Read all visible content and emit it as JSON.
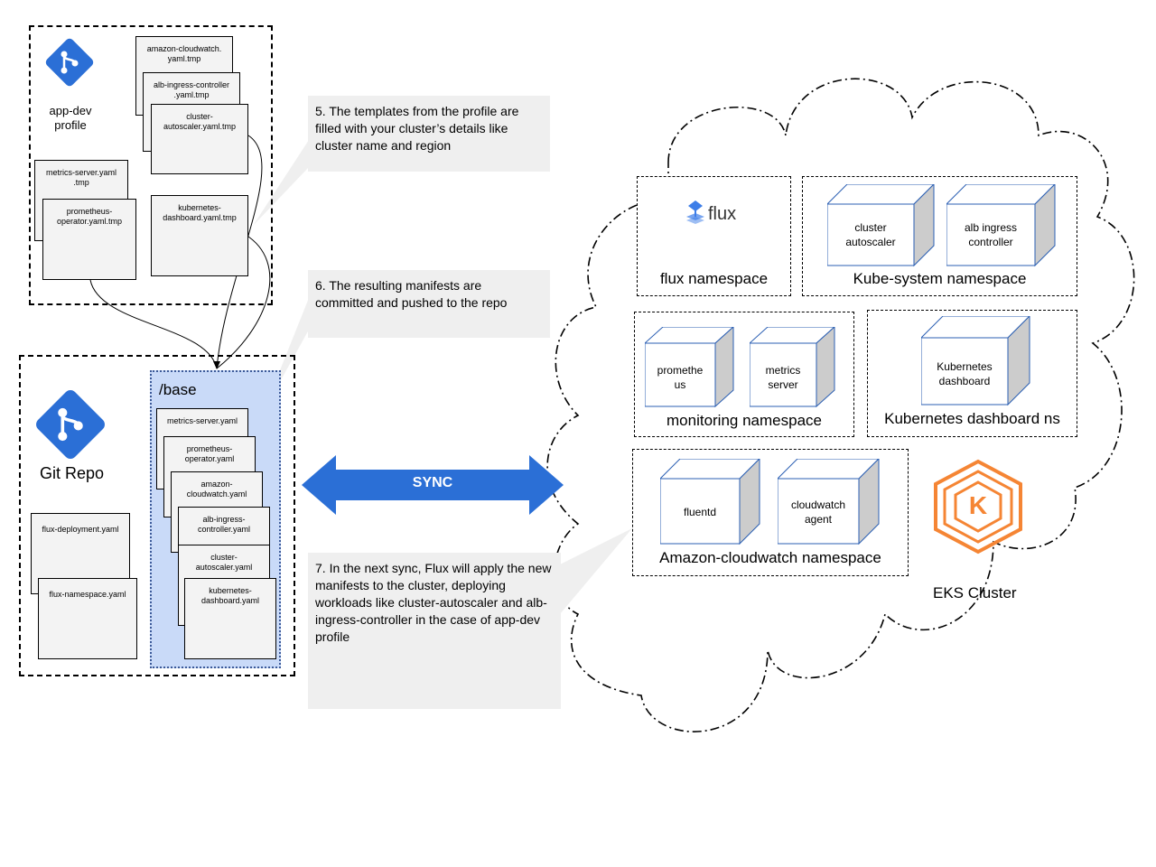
{
  "profile": {
    "label": "app-dev\nprofile"
  },
  "templates": [
    "amazon-cloudwatch.\nyaml.tmp",
    "alb-ingress-controller\n.yaml.tmp",
    "cluster-\nautoscaler.yaml.tmp",
    "metrics-server.yaml\n.tmp",
    "prometheus-\noperator.yaml.tmp",
    "kubernetes-\ndashboard.yaml.tmp"
  ],
  "repo": {
    "label": "Git Repo",
    "base_label": "/base",
    "base_files": [
      "metrics-server.yaml",
      "prometheus-\noperator.yaml",
      "amazon-\ncloudwatch.yaml",
      "alb-ingress-\ncontroller.yaml",
      "cluster-\nautoscaler.yaml",
      "kubernetes-\ndashboard.yaml"
    ],
    "flux_files": [
      "flux-deployment.yaml",
      "flux-namespace.yaml"
    ]
  },
  "callouts": {
    "step5": "5. The templates from the profile are filled with your cluster’s details like cluster name and region",
    "step6": "6. The resulting manifests are committed and pushed to the repo",
    "step7": "7. In the next sync, Flux will apply the new manifests to the cluster, deploying workloads like cluster-autoscaler and alb-ingress-controller in the case of app-dev profile"
  },
  "sync": {
    "label": "SYNC",
    "color": "#2b6fd6"
  },
  "cluster": {
    "label": "EKS Cluster",
    "logo_text": "K",
    "accent": "#f58534",
    "flux_logo_text": "flux",
    "namespaces": {
      "flux": {
        "label": "flux namespace"
      },
      "kube_system": {
        "label": "Kube-system namespace",
        "workloads": [
          "cluster\nautoscaler",
          "alb ingress\ncontroller"
        ]
      },
      "monitoring": {
        "label": "monitoring namespace",
        "workloads": [
          "promethe\nus",
          "metrics\nserver"
        ]
      },
      "dashboard": {
        "label": "Kubernetes dashboard ns",
        "workloads": [
          "Kubernetes\ndashboard"
        ]
      },
      "cloudwatch": {
        "label": "Amazon-cloudwatch namespace",
        "workloads": [
          "fluentd",
          "cloudwatch\nagent"
        ]
      }
    }
  }
}
